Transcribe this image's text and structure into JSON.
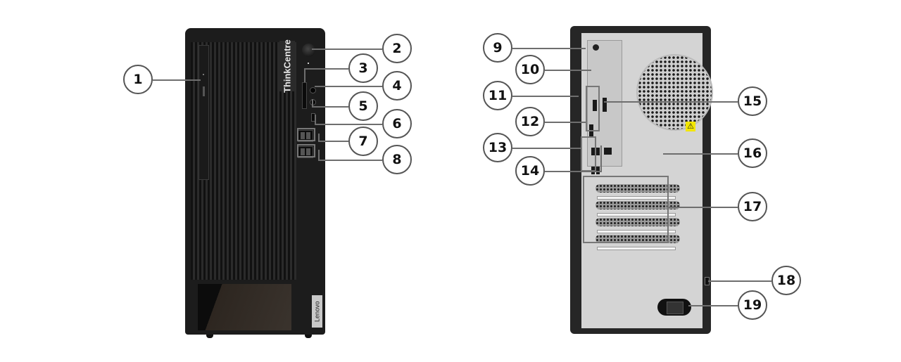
{
  "front": {
    "brand_vertical": "ThinkCentre",
    "logo_badge": "Lenovo"
  },
  "callouts": [
    {
      "number": "1",
      "component": "optical-drive-eject"
    },
    {
      "number": "2",
      "component": "power-button"
    },
    {
      "number": "3",
      "component": "card-reader"
    },
    {
      "number": "4",
      "component": "headset-jack"
    },
    {
      "number": "5",
      "component": "microphone-jack"
    },
    {
      "number": "6",
      "component": "usb-c-port"
    },
    {
      "number": "7",
      "component": "usb-a-ports-upper"
    },
    {
      "number": "8",
      "component": "usb-a-ports-lower"
    },
    {
      "number": "9",
      "component": "audio-line-out"
    },
    {
      "number": "10",
      "component": "optional-port-knockout"
    },
    {
      "number": "11",
      "component": "hdmi-port"
    },
    {
      "number": "12",
      "component": "displayport-ports"
    },
    {
      "number": "13",
      "component": "usb-ports-rear"
    },
    {
      "number": "14",
      "component": "ethernet-port"
    },
    {
      "number": "15",
      "component": "optional-port-slot"
    },
    {
      "number": "16",
      "component": "optional-serial-knockout"
    },
    {
      "number": "17",
      "component": "pci-expansion-slots"
    },
    {
      "number": "18",
      "component": "security-lock-slot"
    },
    {
      "number": "19",
      "component": "power-connector"
    }
  ],
  "colors": {
    "chassis": "#1c1c1c",
    "rear_plate": "#d4d4d4",
    "warning": "#f2e600",
    "callout_border": "#555555"
  },
  "icons": {
    "warning": "warning-triangle-icon"
  }
}
